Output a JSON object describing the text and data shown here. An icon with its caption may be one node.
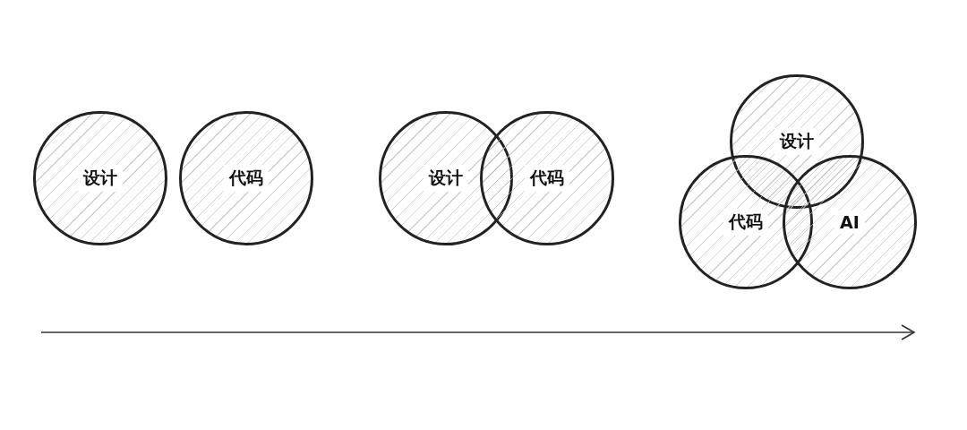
{
  "diagram": {
    "nodes": [
      {
        "text": [
          "设计"
        ]
      },
      {
        "text": [
          "代码"
        ]
      },
      {
        "text": [
          "设计"
        ]
      },
      {
        "text": [
          "代码"
        ]
      },
      {
        "text": [
          "设计"
        ]
      },
      {
        "text": [
          "代码"
        ]
      },
      {
        "text": [
          "AI"
        ]
      }
    ]
  }
}
